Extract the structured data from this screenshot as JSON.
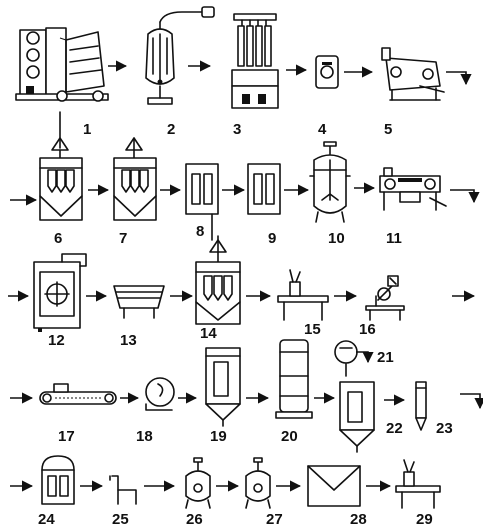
{
  "steps": [
    {
      "n": "1"
    },
    {
      "n": "2"
    },
    {
      "n": "3"
    },
    {
      "n": "4"
    },
    {
      "n": "5"
    },
    {
      "n": "6"
    },
    {
      "n": "7"
    },
    {
      "n": "8"
    },
    {
      "n": "9"
    },
    {
      "n": "10"
    },
    {
      "n": "11"
    },
    {
      "n": "12"
    },
    {
      "n": "13"
    },
    {
      "n": "14"
    },
    {
      "n": "15"
    },
    {
      "n": "16"
    },
    {
      "n": "17"
    },
    {
      "n": "18"
    },
    {
      "n": "19"
    },
    {
      "n": "20"
    },
    {
      "n": "21"
    },
    {
      "n": "22"
    },
    {
      "n": "23"
    },
    {
      "n": "24"
    },
    {
      "n": "25"
    },
    {
      "n": "26"
    },
    {
      "n": "27"
    },
    {
      "n": "28"
    },
    {
      "n": "29"
    }
  ]
}
